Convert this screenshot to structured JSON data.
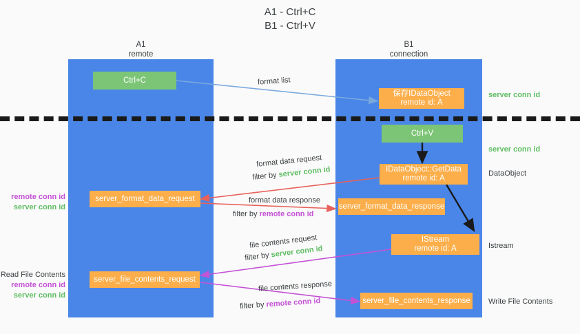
{
  "title": {
    "line1": "A1 - Ctrl+C",
    "line2": "B1 - Ctrl+V"
  },
  "columns": [
    {
      "name": "A1",
      "sub": "remote"
    },
    {
      "name": "B1",
      "sub": "connection"
    }
  ],
  "boxes": {
    "ctrl_c": "Ctrl+C",
    "save_idataobject": "保存IDataObject\nremote id: A",
    "save_idataobject_l1": "保存IDataObject",
    "save_idataobject_l2": "remote id: A",
    "ctrl_v": "Ctrl+V",
    "getdata_l1": "IDataObject::GetData",
    "getdata_l2": "remote id: A",
    "server_format_data_request": "server_format_data_request",
    "server_format_data_response": "server_format_data_response",
    "istream_l1": "IStream",
    "istream_l2": "remote id: A",
    "server_file_contents_request": "server_file_contents_request",
    "server_file_contents_response": "server_file_contents_response"
  },
  "edge_labels": {
    "format_list": "format list",
    "format_data_request": "format data request",
    "format_data_request_filter_prefix": "filter by ",
    "format_data_request_filter_value": "server conn id",
    "format_data_response": "format data response",
    "format_data_response_filter_prefix": "filter by ",
    "format_data_response_filter_value": "remote conn id",
    "file_contents_request": "file contents request",
    "file_contents_request_filter_prefix": "filter by ",
    "file_contents_request_filter_value": "server conn id",
    "file_contents_response": "file contents response",
    "file_contents_response_filter_prefix": "filter by ",
    "file_contents_response_filter_value": "remote conn id"
  },
  "right_labels": {
    "server_conn_id_top": "server conn id",
    "server_conn_id_second": "server conn id",
    "dataobject": "DataObject",
    "istream": "Istream",
    "write_file_contents": "Write File Contents"
  },
  "left_labels": {
    "remote_conn_id_1": "remote conn id",
    "server_conn_id_1": "server conn id",
    "read_file_contents": "Read File Contents",
    "remote_conn_id_2": "remote conn id",
    "server_conn_id_2": "server conn id"
  },
  "colors": {
    "lane_blue": "#4a86e8",
    "box_green": "#7cc576",
    "box_orange": "#fbae4a",
    "arrow_lightblue": "#7aa9dd",
    "arrow_red": "#e8615a",
    "arrow_magenta": "#c452d6",
    "arrow_black": "#1a1a1a",
    "text_green": "#5fbd63",
    "text_purple": "#c452d6",
    "background": "#fafafa"
  }
}
